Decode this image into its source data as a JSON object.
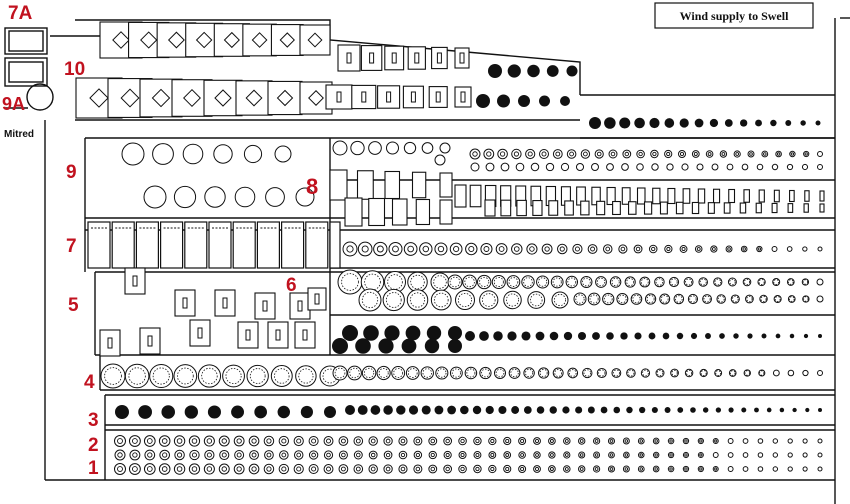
{
  "diagram": {
    "caption": "Wind supply to Swell",
    "labels": {
      "r1": "1",
      "r2": "2",
      "r3": "3",
      "r4": "4",
      "r5": "5",
      "r6": "6",
      "r7": "7",
      "r7a": "7A",
      "r8": "8",
      "r9": "9",
      "r9a": "9A",
      "r10": "10"
    },
    "side_note": "Mitred",
    "colors": {
      "ink": "#111111",
      "label": "#c1121f",
      "paper": "#ffffff"
    }
  }
}
